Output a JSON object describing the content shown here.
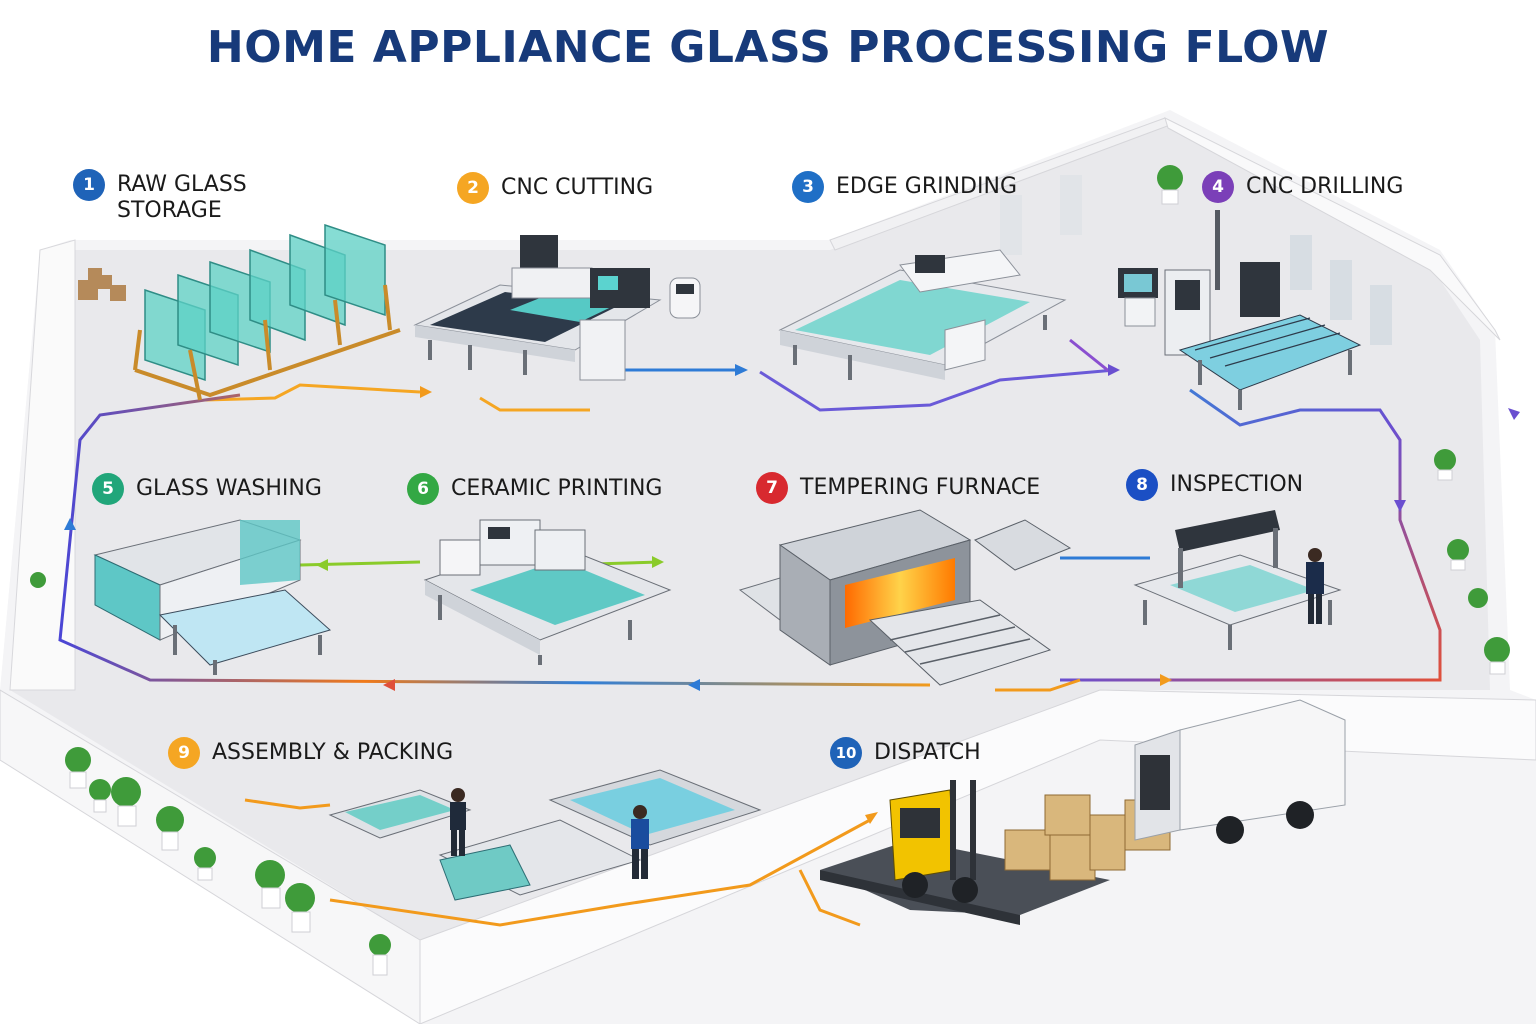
{
  "title": "HOME APPLIANCE GLASS PROCESSING FLOW",
  "steps": [
    {
      "number": "1",
      "label": "RAW GLASS\nSTORAGE",
      "color": "#1f63b8"
    },
    {
      "number": "2",
      "label": "CNC CUTTING",
      "color": "#f5a623"
    },
    {
      "number": "3",
      "label": "EDGE GRINDING",
      "color": "#1f6fc6"
    },
    {
      "number": "4",
      "label": "CNC DRILLING",
      "color": "#7b3fb8"
    },
    {
      "number": "5",
      "label": "GLASS WASHING",
      "color": "#21a67a"
    },
    {
      "number": "6",
      "label": "CERAMIC PRINTING",
      "color": "#33a844"
    },
    {
      "number": "7",
      "label": "TEMPERING FURNACE",
      "color": "#d8292f"
    },
    {
      "number": "8",
      "label": "INSPECTION",
      "color": "#1b4fc4"
    },
    {
      "number": "9",
      "label": "ASSEMBLY & PACKING",
      "color": "#f5a623"
    },
    {
      "number": "10",
      "label": "DISPATCH",
      "color": "#1f63b8"
    }
  ],
  "colors": {
    "title": "#173a7a",
    "floor": "#ececee",
    "wall": "#f7f7f8",
    "glass": "#4fc7c0",
    "machine": "#e8eaee",
    "dark": "#3a3f47",
    "forklift": "#f2c300",
    "box": "#d9b77c"
  }
}
